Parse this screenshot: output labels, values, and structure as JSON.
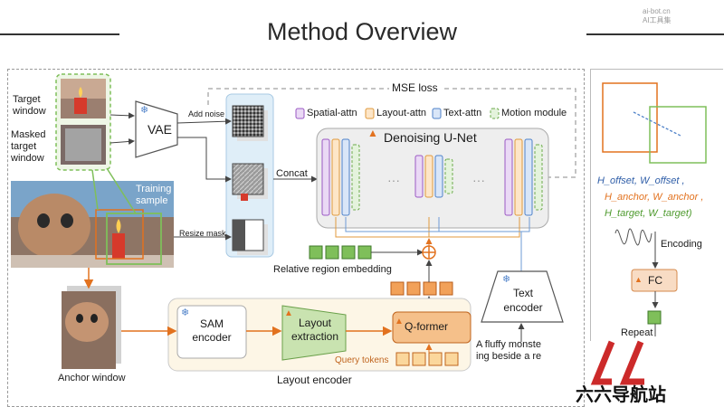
{
  "slide": {
    "title": "Method Overview",
    "watermark_url": "ai-bot.cn",
    "watermark_name": "AI工具集"
  },
  "inputs": {
    "target_window": "Target window",
    "masked_target_window": "Masked target window",
    "training_sample": "Training sample",
    "anchor_window": "Anchor window"
  },
  "pipeline": {
    "vae": "VAE",
    "add_noise": "Add noise",
    "concat": "Concat",
    "resize_mask": "Resize mask",
    "mse_loss": "MSE loss",
    "denoising_unet": "Denoising U-Net",
    "relative_region_embedding": "Relative region embedding",
    "text_encoder": "Text encoder",
    "prompt": "A fluffy monste ing beside a re"
  },
  "legend": {
    "spatial_attn": "Spatial-attn",
    "layout_attn": "Layout-attn",
    "text_attn": "Text-attn",
    "motion_module": "Motion module"
  },
  "layout_encoder": {
    "label": "Layout encoder",
    "sam_encoder": "SAM encoder",
    "layout_extraction": "Layout extraction",
    "q_former": "Q-former",
    "query_tokens": "Query tokens"
  },
  "right_panel": {
    "offset": "H_offset, W_offset ,",
    "anchor": "H_anchor, W_anchor ,",
    "target": "H_target, W_target)",
    "encoding": "Encoding",
    "fc": "FC",
    "repeat": "Repeat"
  },
  "logo": {
    "mark": "LL",
    "text": "六六导航站"
  },
  "colors": {
    "spatial": "#c79be0",
    "layout": "#f5b971",
    "text": "#8fb5e8",
    "motion": "#b4dba0",
    "orange": "#e2721f",
    "green_box": "#7fbf5a",
    "logo_red": "#cc2a2a"
  }
}
